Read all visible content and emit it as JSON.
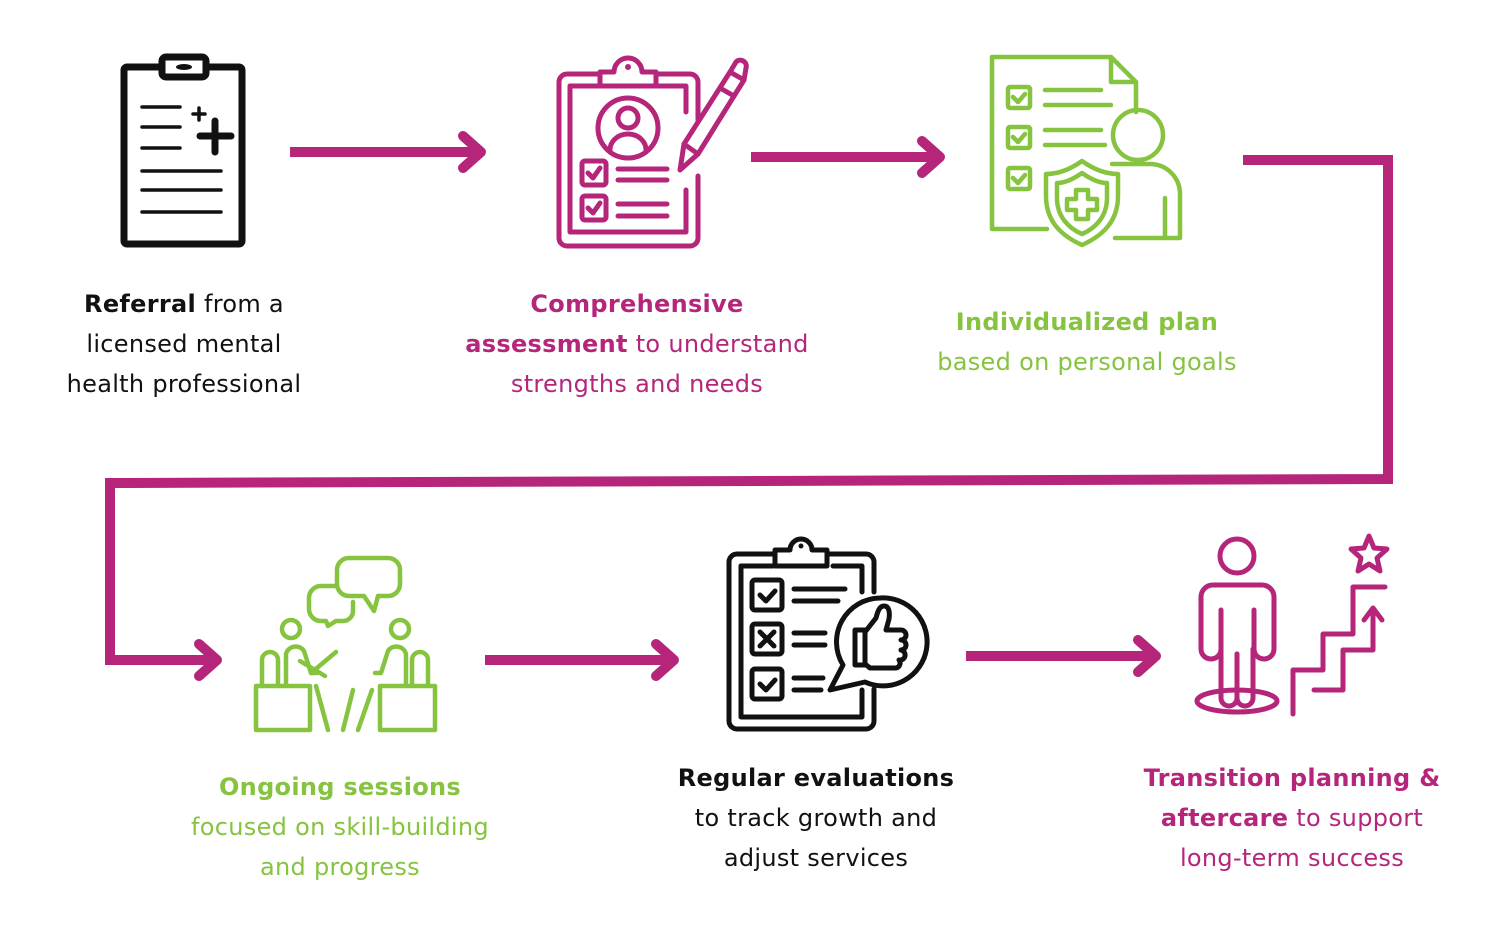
{
  "colors": {
    "magenta": "#b5267b",
    "green": "#86c440",
    "black": "#111111",
    "connector": "#b5267b"
  },
  "steps": [
    {
      "icon": "clipboard-medical-icon",
      "color": "black",
      "bold": "Referral",
      "line1_rest": " from a",
      "lines": [
        "licensed mental",
        "health professional"
      ]
    },
    {
      "icon": "clipboard-assessment-pen-icon",
      "color": "magenta",
      "bold": "Comprehensive",
      "line1_rest": "",
      "bold2": "assessment",
      "line2_rest": " to understand",
      "lines": [
        "strengths and needs"
      ]
    },
    {
      "icon": "personal-plan-shield-icon",
      "color": "green",
      "bold": "Individualized plan",
      "line1_rest": "",
      "lines": [
        "based on personal goals"
      ]
    },
    {
      "icon": "counseling-session-icon",
      "color": "green",
      "bold": "Ongoing sessions",
      "line1_rest": "",
      "lines": [
        "focused on skill-building",
        "and progress"
      ]
    },
    {
      "icon": "evaluation-thumbs-up-icon",
      "color": "black",
      "bold": "Regular evaluations",
      "line1_rest": "",
      "lines": [
        "to track growth and",
        "adjust services"
      ]
    },
    {
      "icon": "person-stairs-star-icon",
      "color": "magenta",
      "bold": "Transition planning &",
      "line1_rest": "",
      "bold2": "aftercare",
      "line2_rest": " to support",
      "lines": [
        "long-term success"
      ]
    }
  ]
}
